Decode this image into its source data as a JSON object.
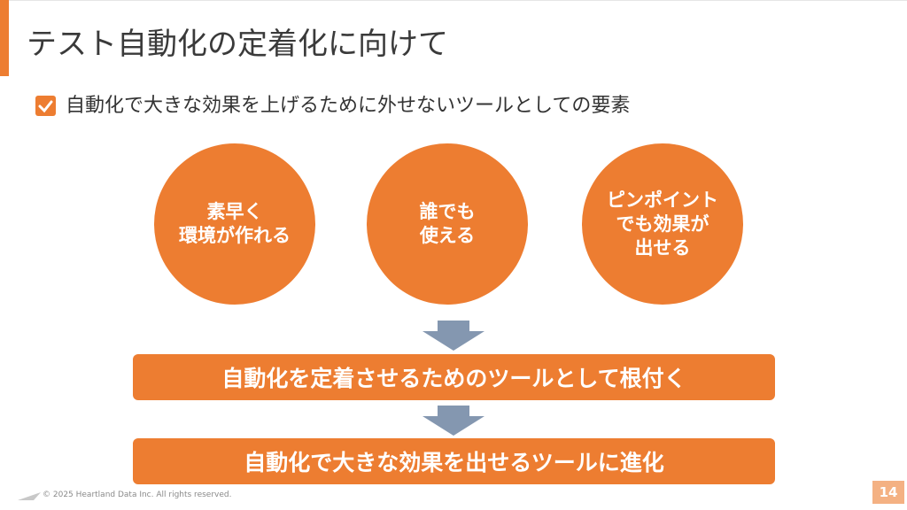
{
  "slide": {
    "title": "テスト自動化の定着化に向けて",
    "bullet": "自動化で大きな効果を上げるために外せないツールとしての要素",
    "circles": [
      "素早く\n環境が作れる",
      "誰でも\n使える",
      "ピンポイント\nでも効果が\n出せる"
    ],
    "steps": [
      "自動化を定着させるためのツールとして根付く",
      "自動化で大きな効果を出せるツールに進化"
    ],
    "footer": "© 2025 Heartland Data Inc. All rights reserved.",
    "page_number": "14"
  },
  "colors": {
    "accent": "#ED7D31",
    "arrow": "#8497B0",
    "page_badge": "#F4B183"
  }
}
